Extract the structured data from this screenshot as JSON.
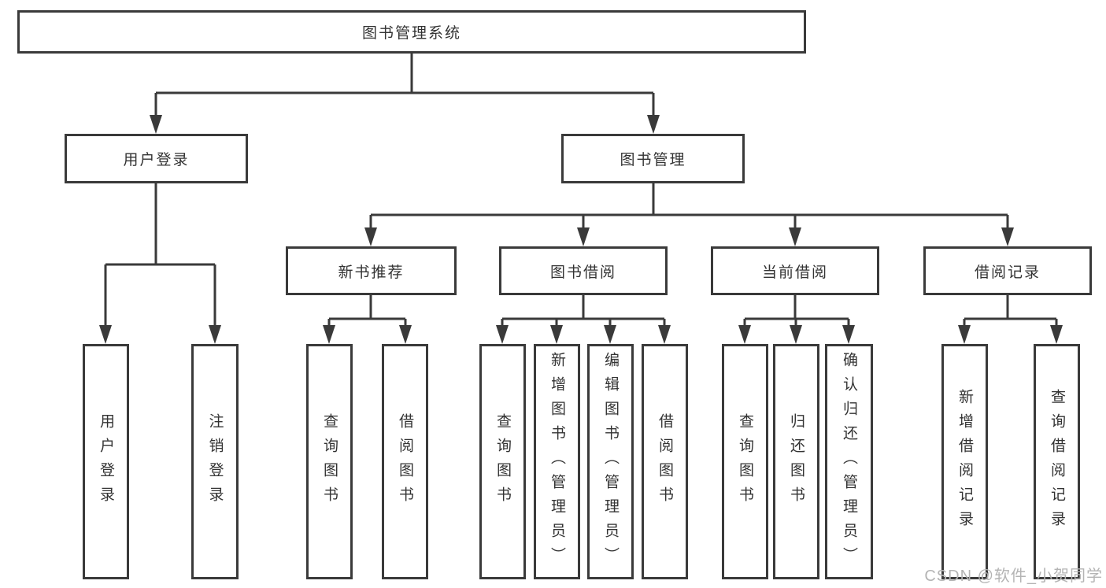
{
  "diagram": {
    "root": {
      "label": "图书管理系统"
    },
    "branches": {
      "user_login": {
        "label": "用户登录",
        "children": [
          "用户登录",
          "注销登录"
        ]
      },
      "book_management": {
        "label": "图书管理",
        "sections": {
          "new_book_recommend": {
            "label": "新书推荐",
            "children": [
              "查询图书",
              "借阅图书"
            ]
          },
          "book_borrow": {
            "label": "图书借阅",
            "children": [
              "查询图书",
              "新增图书（管理员）",
              "编辑图书（管理员）",
              "借阅图书"
            ]
          },
          "current_borrow": {
            "label": "当前借阅",
            "children": [
              "查询图书",
              "归还图书",
              "确认归还（管理员）"
            ]
          },
          "borrow_records": {
            "label": "借阅记录",
            "children": [
              "新增借阅记录",
              "查询借阅记录"
            ]
          }
        }
      }
    }
  },
  "watermark": {
    "text": "CSDN @软件_小贺同学"
  },
  "colors": {
    "line": "#3a3a3a",
    "box_border": "#3a3a3a",
    "text": "#333333",
    "watermark": "#b4b4b4",
    "background": "#ffffff"
  }
}
